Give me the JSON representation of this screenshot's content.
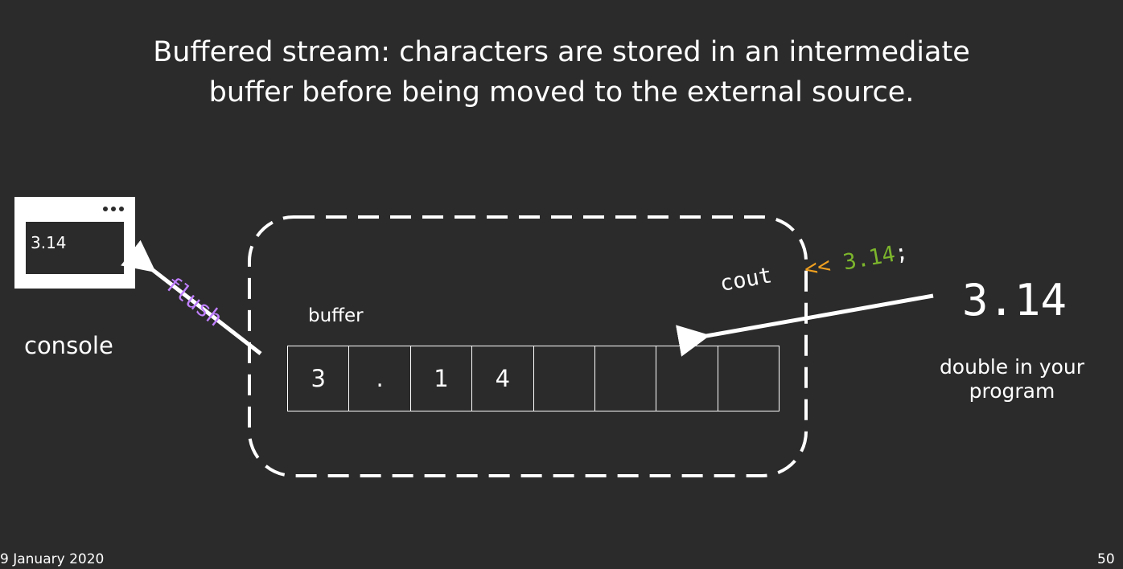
{
  "slide": {
    "title_line1": "Buffered stream: characters are stored in an intermediate",
    "title_line2": "buffer before being moved to the external source.",
    "footer_date": "9 January 2020",
    "page_number": "50"
  },
  "console": {
    "value": "3.14",
    "label": "console"
  },
  "buffer": {
    "label": "buffer",
    "cells": [
      "3",
      ".",
      "1",
      "4",
      "",
      "",
      "",
      ""
    ]
  },
  "flush_label": "flush",
  "statement": {
    "stream": "cout",
    "operator": "<<",
    "value": "3.14",
    "terminator": ";"
  },
  "program": {
    "value": "3.14",
    "label_line1": "double in your",
    "label_line2": "program"
  },
  "colors": {
    "background": "#2b2b2b",
    "foreground": "#ffffff",
    "flush": "#c080ff",
    "operator": "#f0a020",
    "literal": "#7cb52c"
  }
}
